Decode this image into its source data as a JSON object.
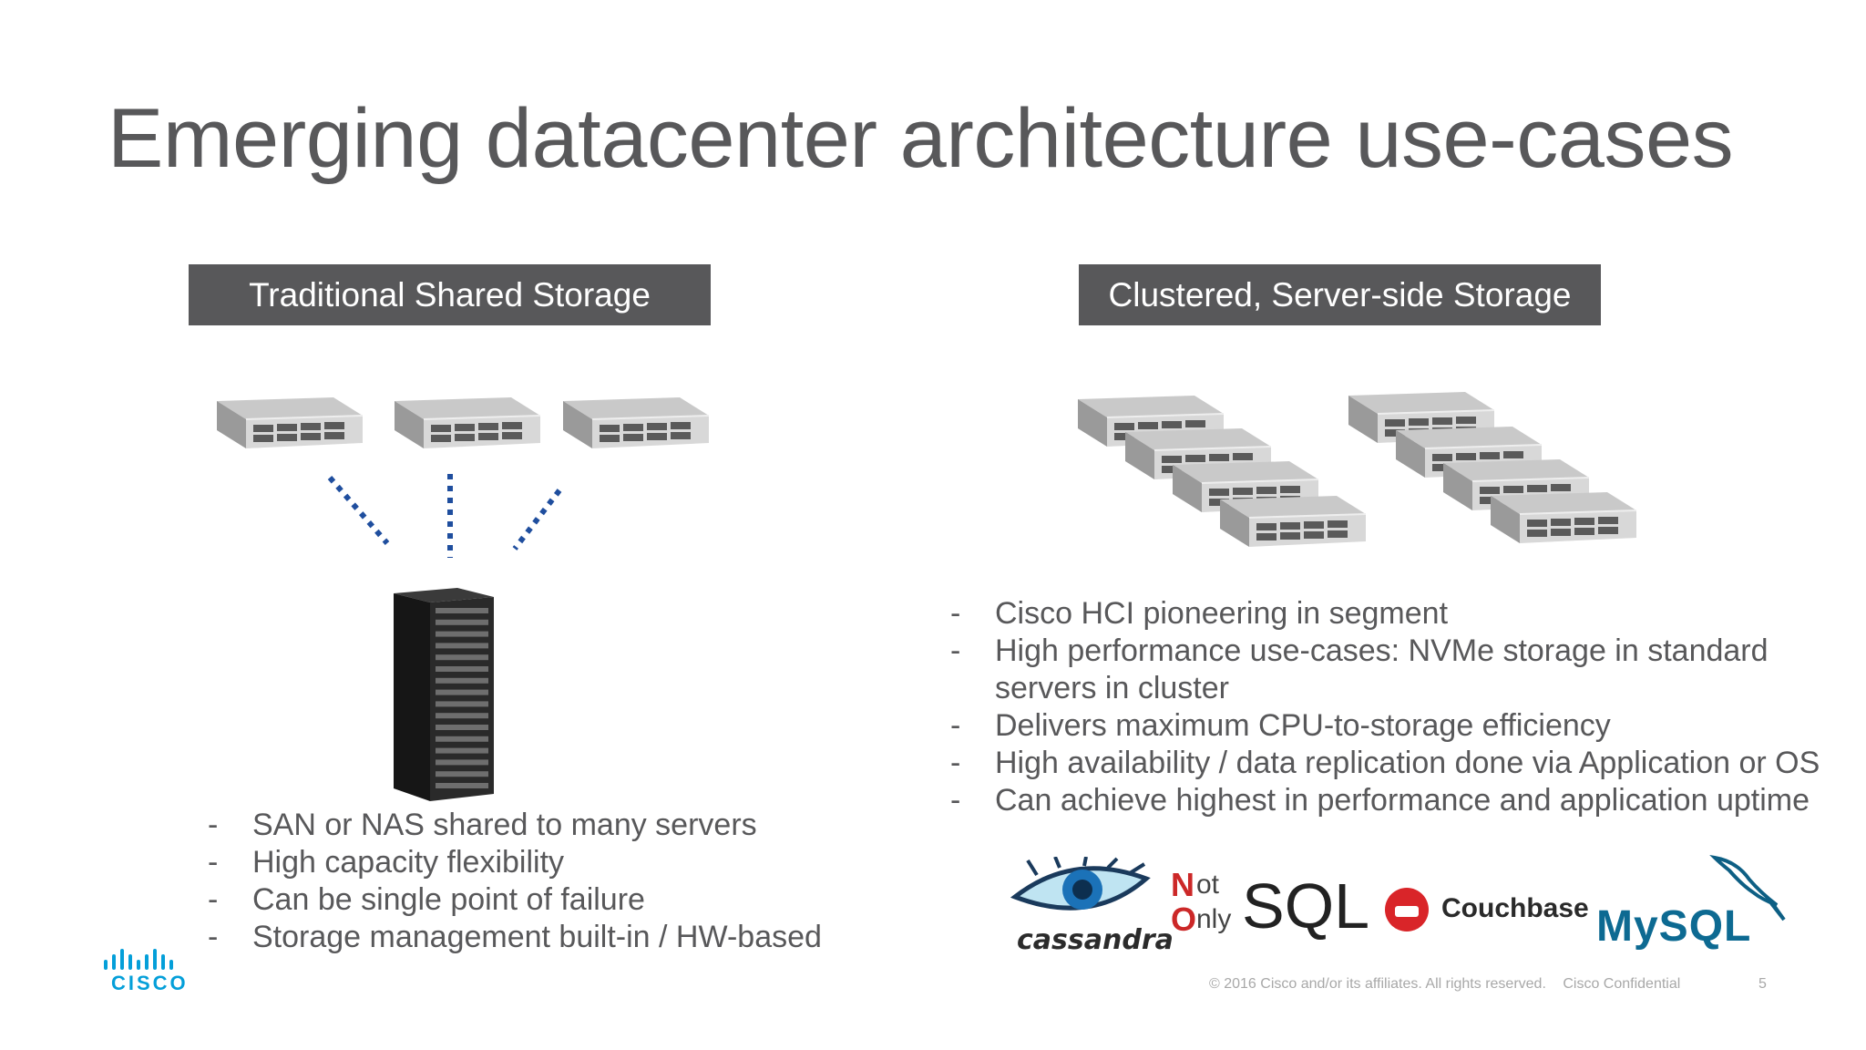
{
  "slide": {
    "title": "Emerging datacenter architecture use-cases",
    "page_number": "5"
  },
  "left_panel": {
    "header": "Traditional Shared Storage",
    "bullets": [
      "SAN or NAS shared to many servers",
      "High capacity flexibility",
      "Can be single point of failure",
      "Storage management built-in / HW-based"
    ]
  },
  "right_panel": {
    "header": "Clustered, Server-side Storage",
    "bullets": [
      "Cisco HCI pioneering in segment",
      "High performance use-cases: NVMe storage in standard servers in cluster",
      "Delivers maximum CPU-to-storage efficiency",
      "High availability / data replication done via Application or OS",
      "Can achieve highest in performance and application uptime"
    ],
    "logos": {
      "cassandra": "cassandra",
      "nosql_n": "N",
      "nosql_ot": "ot",
      "nosql_o": "O",
      "nosql_nly": "nly",
      "nosql_sql": "SQL",
      "couchbase": "Couchbase",
      "mysql": "MySQL"
    }
  },
  "footer": {
    "copyright": "© 2016  Cisco and/or its affiliates. All rights reserved.",
    "confidential": "Cisco Confidential"
  },
  "branding": {
    "cisco_wordmark": "CISCO",
    "cisco_color": "#049fd9"
  },
  "colors": {
    "header_bg": "#58585a",
    "dotted_link": "#1f4e9e"
  }
}
